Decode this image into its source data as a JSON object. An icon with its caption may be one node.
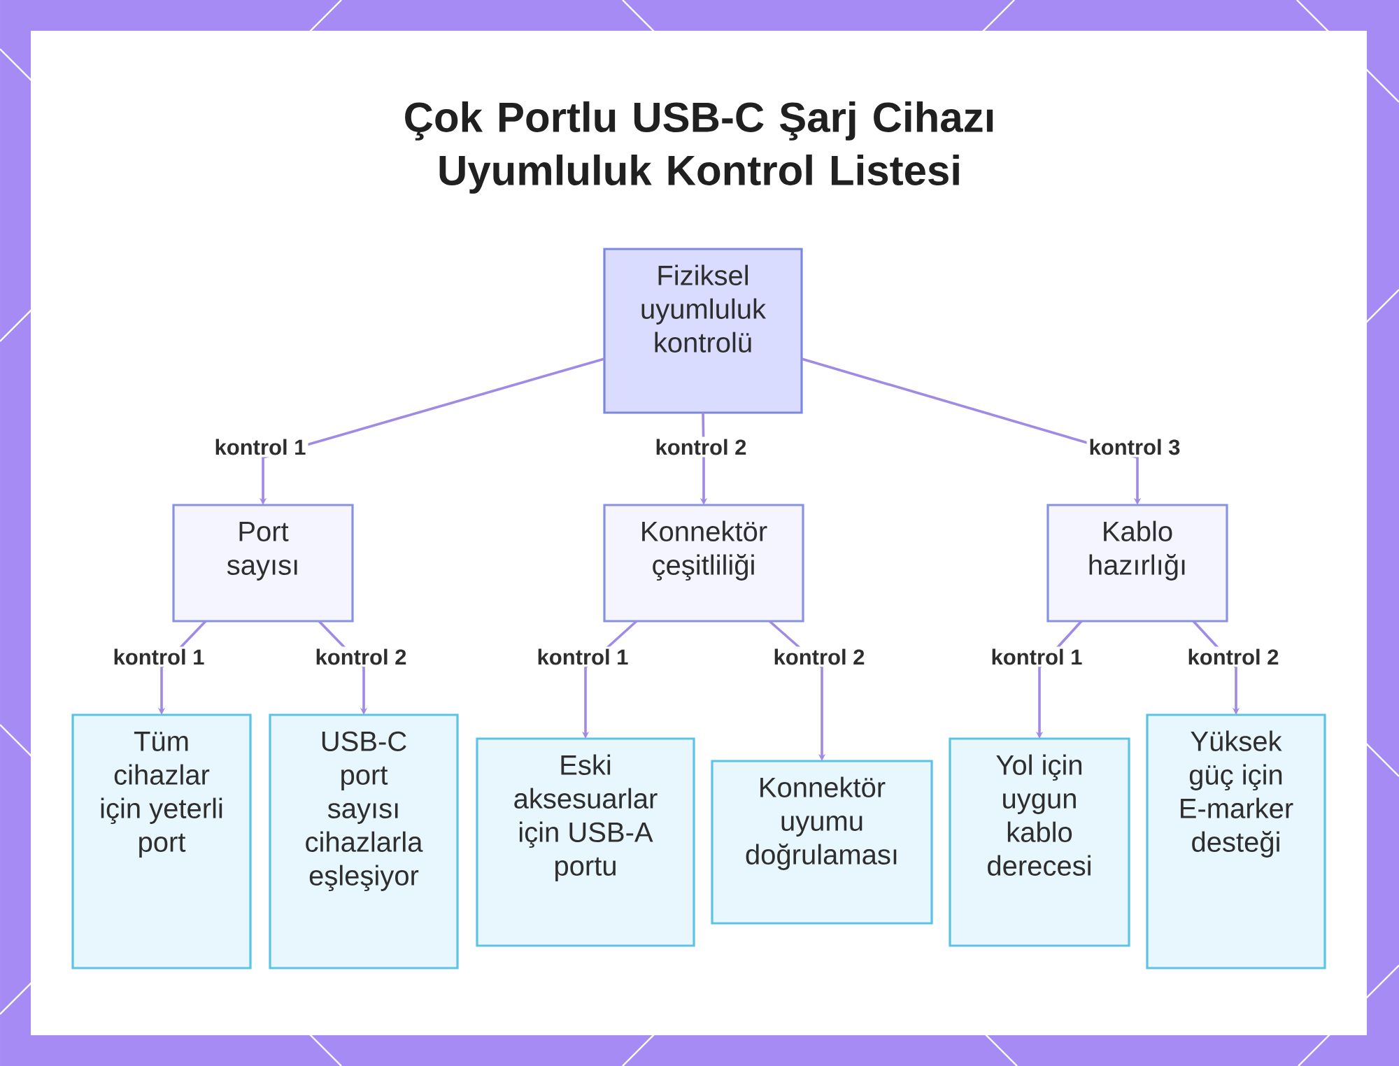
{
  "diagram": {
    "title": "Çok Portlu USB-C Şarj Cihazı Uyumluluk Kontrol Listesi",
    "nodes": [
      {
        "text": [
          "Fiziksel uyumluluk kontrolü"
        ]
      },
      {
        "text": [
          "Port sayısı"
        ]
      },
      {
        "text": [
          "Konnektör çeşitliliği"
        ]
      },
      {
        "text": [
          "Kablo hazırlığı"
        ]
      },
      {
        "text": [
          "Tüm cihazlar için yeterli port"
        ]
      },
      {
        "text": [
          "USB-C port sayısı cihazlarla eşleşiyor"
        ]
      },
      {
        "text": [
          "Eski aksesuarlar için USB-A portu"
        ]
      },
      {
        "text": [
          "Konnektör uyumu doğrulaması"
        ]
      },
      {
        "text": [
          "Yol için uygun kablo derecesi"
        ]
      },
      {
        "text": [
          "Yüksek güç için E-marker desteği"
        ]
      }
    ],
    "edges": [
      {
        "from": 0,
        "to": 1,
        "arrow": "to",
        "label": "kontrol 1"
      },
      {
        "from": 0,
        "to": 2,
        "arrow": "to",
        "label": "kontrol 2"
      },
      {
        "from": 0,
        "to": 3,
        "arrow": "to",
        "label": "kontrol 3"
      },
      {
        "from": 1,
        "to": 4,
        "arrow": "to",
        "label": "kontrol 1"
      },
      {
        "from": 1,
        "to": 5,
        "arrow": "to",
        "label": "kontrol 2"
      },
      {
        "from": 2,
        "to": 6,
        "arrow": "to",
        "label": "kontrol 1"
      },
      {
        "from": 2,
        "to": 7,
        "arrow": "to",
        "label": "kontrol 2"
      },
      {
        "from": 3,
        "to": 8,
        "arrow": "to",
        "label": "kontrol 1"
      },
      {
        "from": 3,
        "to": 9,
        "arrow": "to",
        "label": "kontrol 2"
      }
    ]
  }
}
